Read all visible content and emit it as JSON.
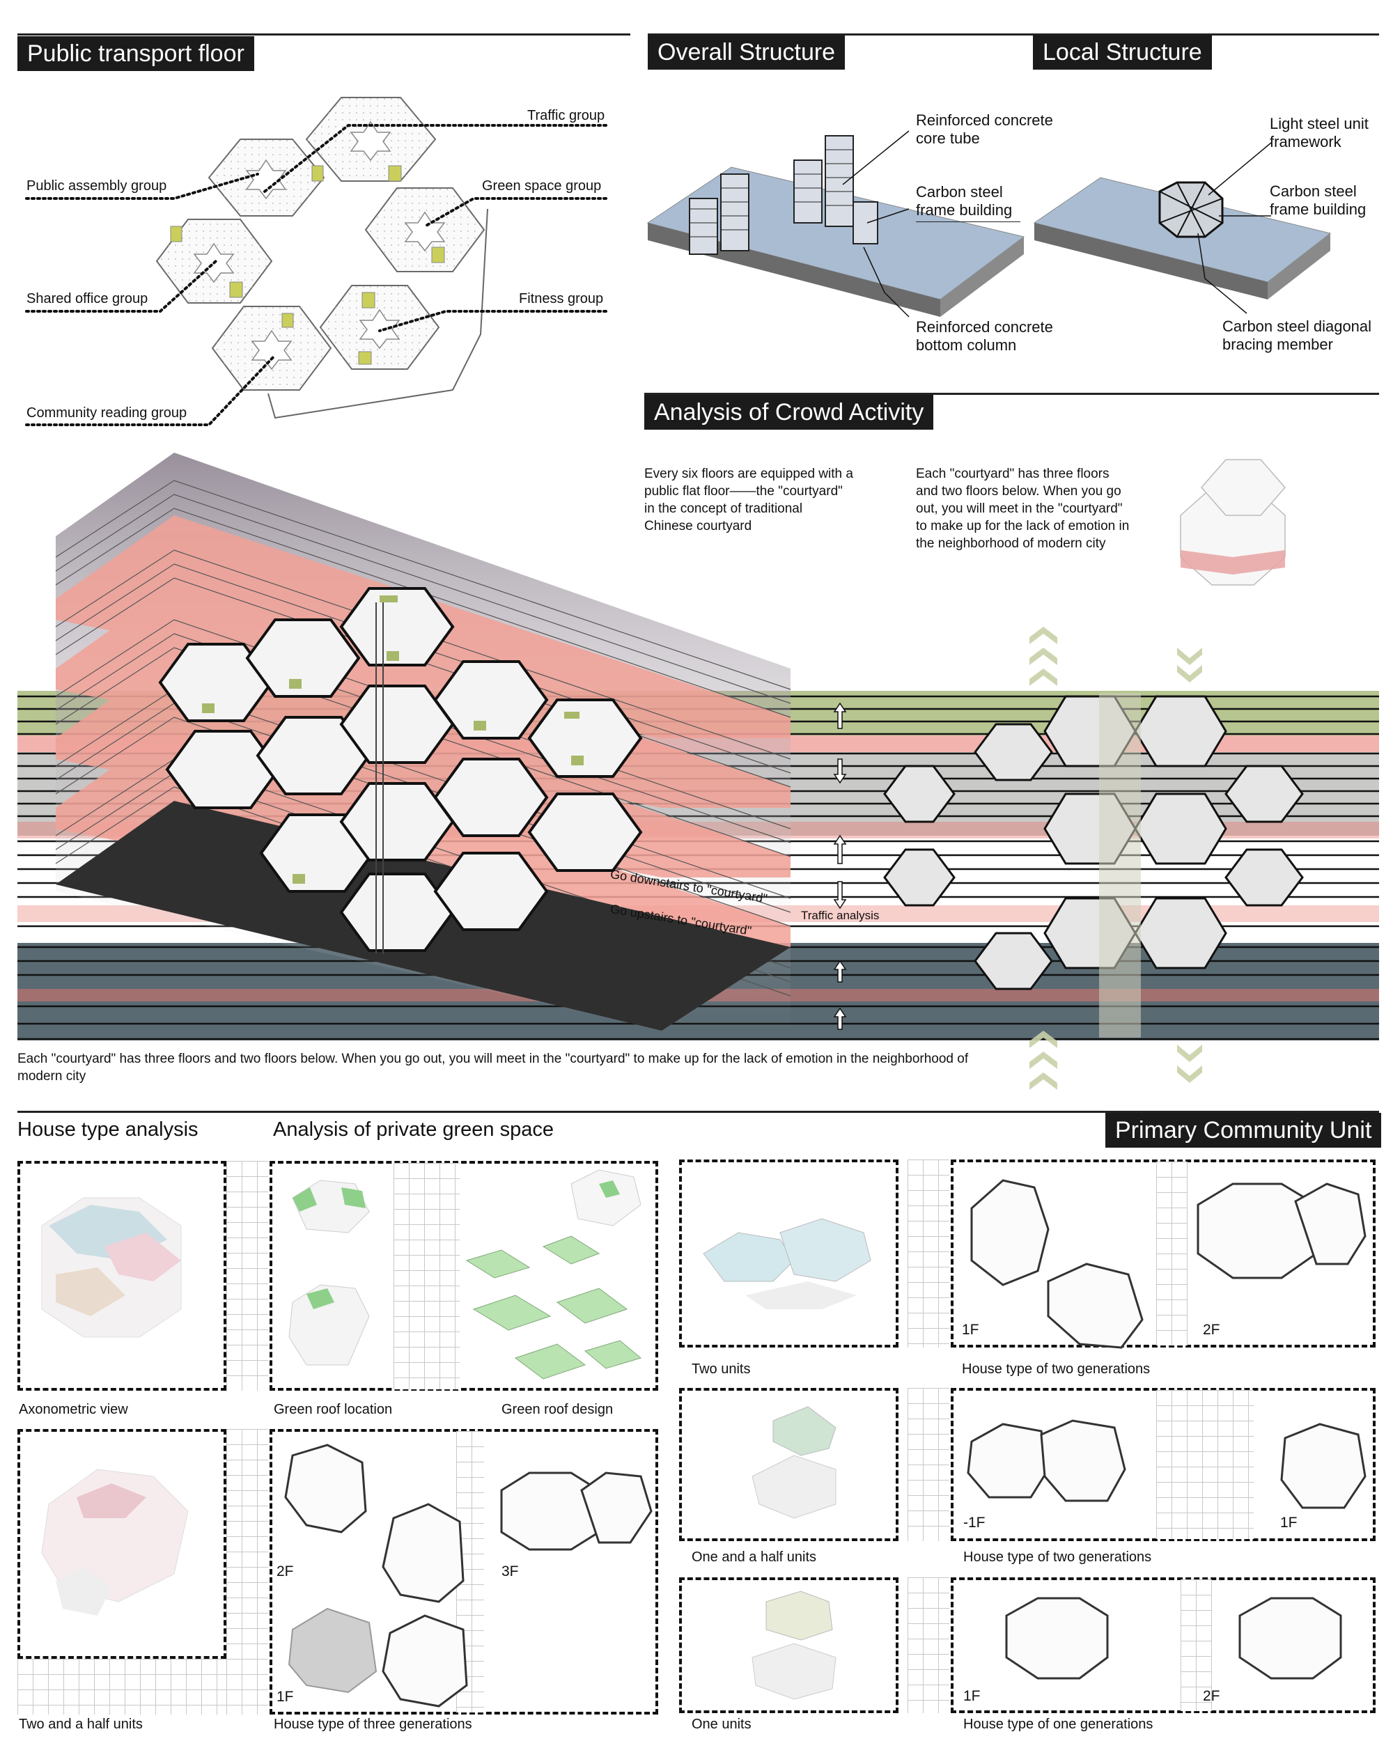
{
  "headers": {
    "public_transport": "Public transport floor",
    "overall_structure": "Overall Structure",
    "local_structure": "Local Structure",
    "crowd_activity": "Analysis of Crowd Activity",
    "primary_unit": "Primary Community Unit"
  },
  "transport_labels": {
    "traffic": "Traffic group",
    "public_assembly": "Public assembly group",
    "green_space": "Green space group",
    "shared_office": "Shared office group",
    "fitness": "Fitness group",
    "community_reading": "Community reading group"
  },
  "overall_labels": {
    "core_tube": "Reinforced concrete\ncore tube",
    "frame_building": "Carbon steel\nframe building",
    "bottom_column": "Reinforced concrete\nbottom column"
  },
  "local_labels": {
    "light_steel": "Light steel unit\nframework",
    "frame_building": "Carbon steel\nframe building",
    "diagonal": "Carbon steel diagonal\nbracing member"
  },
  "crowd": {
    "text_left": "Every six floors are equipped with a public flat floor——the \"courtyard\" in the concept of traditional Chinese courtyard",
    "text_right": "Each \"courtyard\" has three floors and two floors below. When you go out, you will meet in the \"courtyard\" to make up for the lack of emotion in the neighborhood of modern city",
    "downstairs": "Go downstairs to \"courtyard\"",
    "upstairs": "Go upstairs to \"courtyard\"",
    "traffic_analysis": "Traffic analysis",
    "bottom_text": "Each \"courtyard\" has three floors and two floors below. When you go out, you will meet in the \"courtyard\" to make up for the lack of emotion in the neighborhood of modern city"
  },
  "sections": {
    "house_type": "House type analysis",
    "green_space": "Analysis of private green space"
  },
  "captions": {
    "axonometric": "Axonometric view",
    "roof_location": "Green roof location",
    "roof_design": "Green roof design",
    "two_half": "Two and a half units",
    "three_gen": "House type of three generations",
    "two_units": "Two units",
    "two_gen_a": "House type of two generations",
    "one_half": "One and a half units",
    "two_gen_b": "House type of two generations",
    "one_unit": "One units",
    "one_gen": "House type of one generations"
  },
  "floors": {
    "three_gen_2f": "2F",
    "three_gen_3f": "3F",
    "three_gen_1f": "1F",
    "two_gen_a_1f": "1F",
    "two_gen_a_2f": "2F",
    "two_gen_b_m1f": "-1F",
    "two_gen_b_1f": "1F",
    "one_gen_1f": "1F",
    "one_gen_2f": "2F"
  },
  "colors": {
    "header_bg": "#1b1b1b",
    "courtyard_red": "#e8756b",
    "band_green": "#b7c590",
    "band_grey": "#c9c9c7",
    "band_slate": "#5a6a72",
    "roof_green": "#b9e3b0",
    "ground_blue": "#a9bcd2"
  }
}
